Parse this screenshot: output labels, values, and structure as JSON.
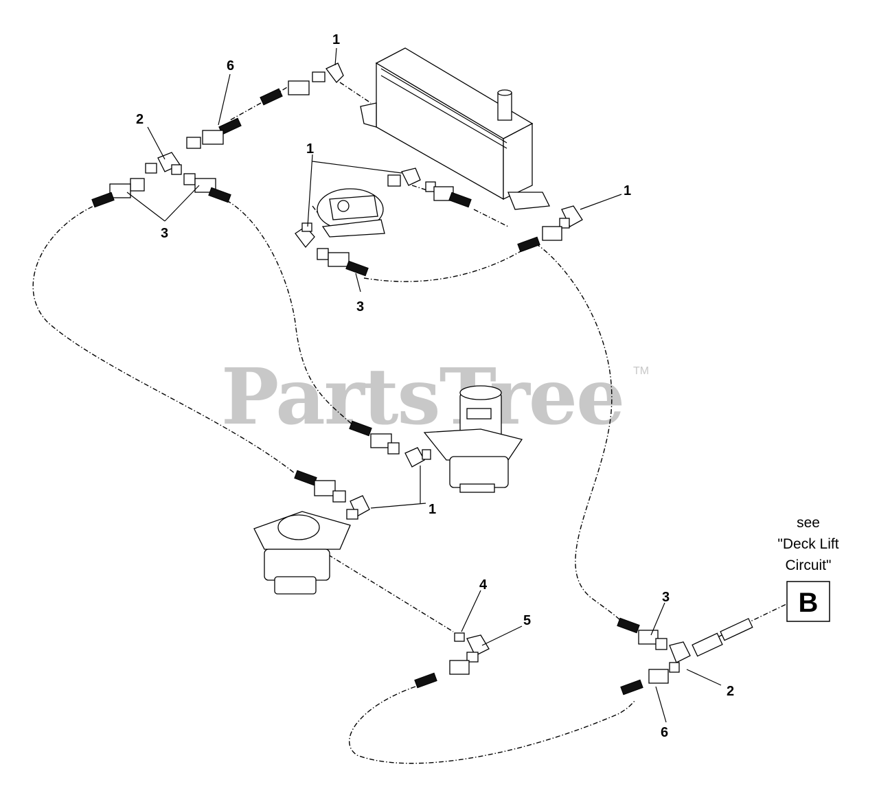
{
  "watermark": {
    "text": "PartsTree",
    "tm": "TM"
  },
  "callouts": [
    {
      "id": "c1a",
      "text": "1"
    },
    {
      "id": "c6a",
      "text": "6"
    },
    {
      "id": "c2a",
      "text": "2"
    },
    {
      "id": "c3a",
      "text": "3"
    },
    {
      "id": "c1b",
      "text": "1"
    },
    {
      "id": "c1c",
      "text": "1"
    },
    {
      "id": "c3b",
      "text": "3"
    },
    {
      "id": "c1d",
      "text": "1"
    },
    {
      "id": "c4",
      "text": "4"
    },
    {
      "id": "c5",
      "text": "5"
    },
    {
      "id": "c3c",
      "text": "3"
    },
    {
      "id": "c2b",
      "text": "2"
    },
    {
      "id": "c6b",
      "text": "6"
    }
  ],
  "reference": {
    "line1": "see",
    "line2": "\"Deck Lift",
    "line3": "Circuit\"",
    "box_label": "B"
  }
}
